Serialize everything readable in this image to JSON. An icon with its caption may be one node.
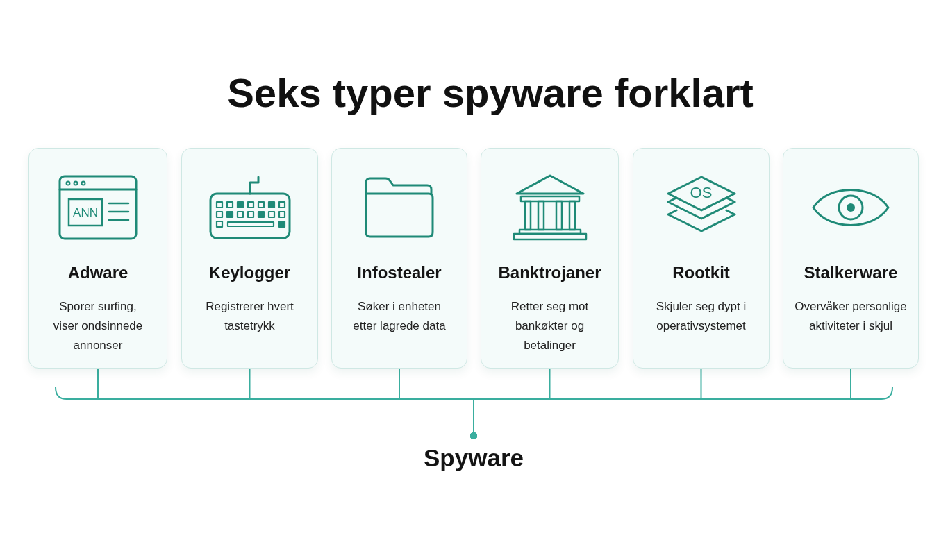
{
  "diagram": {
    "title": "Seks typer spyware forklart",
    "nodes": [
      {
        "text": [
          "Adware",
          "Sporer surfing, viser ondsinnede annonser"
        ]
      },
      {
        "text": [
          "Keylogger",
          "Registrerer hvert tastetrykk"
        ]
      },
      {
        "text": [
          "Infostealer",
          "Søker i enheten etter lagrede data"
        ]
      },
      {
        "text": [
          "Banktrojaner",
          "Retter seg mot bankøkter og betalinger"
        ]
      },
      {
        "text": [
          "Rootkit",
          "Skjuler seg dypt i operativsystemet"
        ]
      },
      {
        "text": [
          "Stalkerware",
          "Overvåker personlige aktiviteter i skjul"
        ]
      },
      {
        "text": [
          "Spyware"
        ]
      }
    ],
    "edges": [
      {
        "from": 0,
        "to": 6,
        "arrow": "other"
      },
      {
        "from": 1,
        "to": 6,
        "arrow": "other"
      },
      {
        "from": 2,
        "to": 6,
        "arrow": "other"
      },
      {
        "from": 3,
        "to": 6,
        "arrow": "other"
      },
      {
        "from": 4,
        "to": 6,
        "arrow": "other"
      },
      {
        "from": 5,
        "to": 6,
        "arrow": "other"
      }
    ],
    "labels": [
      "ANN",
      "OS"
    ]
  }
}
